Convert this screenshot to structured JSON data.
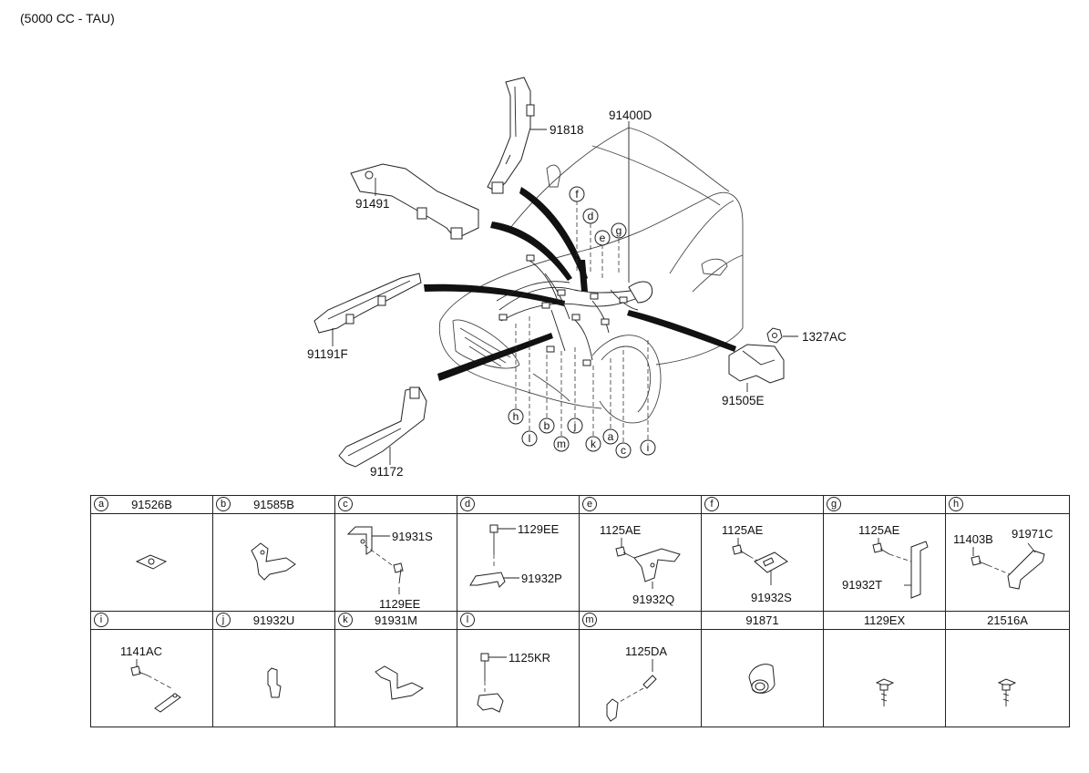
{
  "engine_label": "(5000 CC - TAU)",
  "diagram": {
    "labels": {
      "p91818": "91818",
      "p91400D": "91400D",
      "p91491": "91491",
      "p91191F": "91191F",
      "p1327AC": "1327AC",
      "p91505E": "91505E",
      "p91172": "91172"
    },
    "callouts": {
      "a": "a",
      "b": "b",
      "c": "c",
      "d": "d",
      "e": "e",
      "f": "f",
      "g": "g",
      "h": "h",
      "i": "i",
      "j": "j",
      "k": "k",
      "l": "l",
      "m": "m"
    }
  },
  "parts_table": {
    "row1": [
      {
        "letter": "a",
        "part": "91526B",
        "labels": []
      },
      {
        "letter": "b",
        "part": "91585B",
        "labels": []
      },
      {
        "letter": "c",
        "part": "",
        "labels": [
          "91931S",
          "1129EE"
        ]
      },
      {
        "letter": "d",
        "part": "",
        "labels": [
          "1129EE",
          "91932P"
        ]
      },
      {
        "letter": "e",
        "part": "",
        "labels": [
          "1125AE",
          "91932Q"
        ]
      },
      {
        "letter": "f",
        "part": "",
        "labels": [
          "1125AE",
          "91932S"
        ]
      },
      {
        "letter": "g",
        "part": "",
        "labels": [
          "1125AE",
          "91932T"
        ]
      },
      {
        "letter": "h",
        "part": "",
        "labels": [
          "11403B",
          "91971C"
        ]
      }
    ],
    "row2": [
      {
        "letter": "i",
        "part": "",
        "labels": [
          "1141AC"
        ]
      },
      {
        "letter": "j",
        "part": "91932U",
        "labels": []
      },
      {
        "letter": "k",
        "part": "91931M",
        "labels": []
      },
      {
        "letter": "l",
        "part": "",
        "labels": [
          "1125KR"
        ]
      },
      {
        "letter": "m",
        "part": "",
        "labels": [
          "1125DA"
        ]
      },
      {
        "letter": "",
        "part": "91871",
        "labels": []
      },
      {
        "letter": "",
        "part": "1129EX",
        "labels": []
      },
      {
        "letter": "",
        "part": "21516A",
        "labels": []
      }
    ]
  }
}
